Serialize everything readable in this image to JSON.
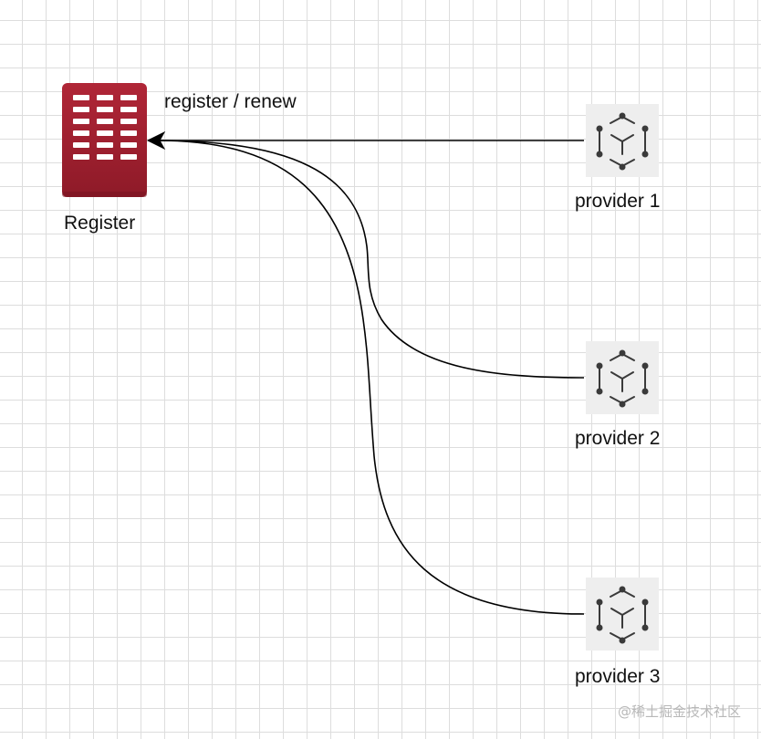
{
  "diagram": {
    "nodes": [
      {
        "id": "register",
        "label": "Register",
        "icon": "server-rack-icon",
        "color": "#9e1f2e"
      },
      {
        "id": "provider-1",
        "label": "provider 1",
        "icon": "cube-icon"
      },
      {
        "id": "provider-2",
        "label": "provider 2",
        "icon": "cube-icon"
      },
      {
        "id": "provider-3",
        "label": "provider 3",
        "icon": "cube-icon"
      }
    ],
    "edges": [
      {
        "from": "provider-1",
        "to": "register",
        "label": "register / renew"
      },
      {
        "from": "provider-2",
        "to": "register",
        "label": ""
      },
      {
        "from": "provider-3",
        "to": "register",
        "label": ""
      }
    ],
    "watermark": "@稀土掘金技术社区"
  }
}
